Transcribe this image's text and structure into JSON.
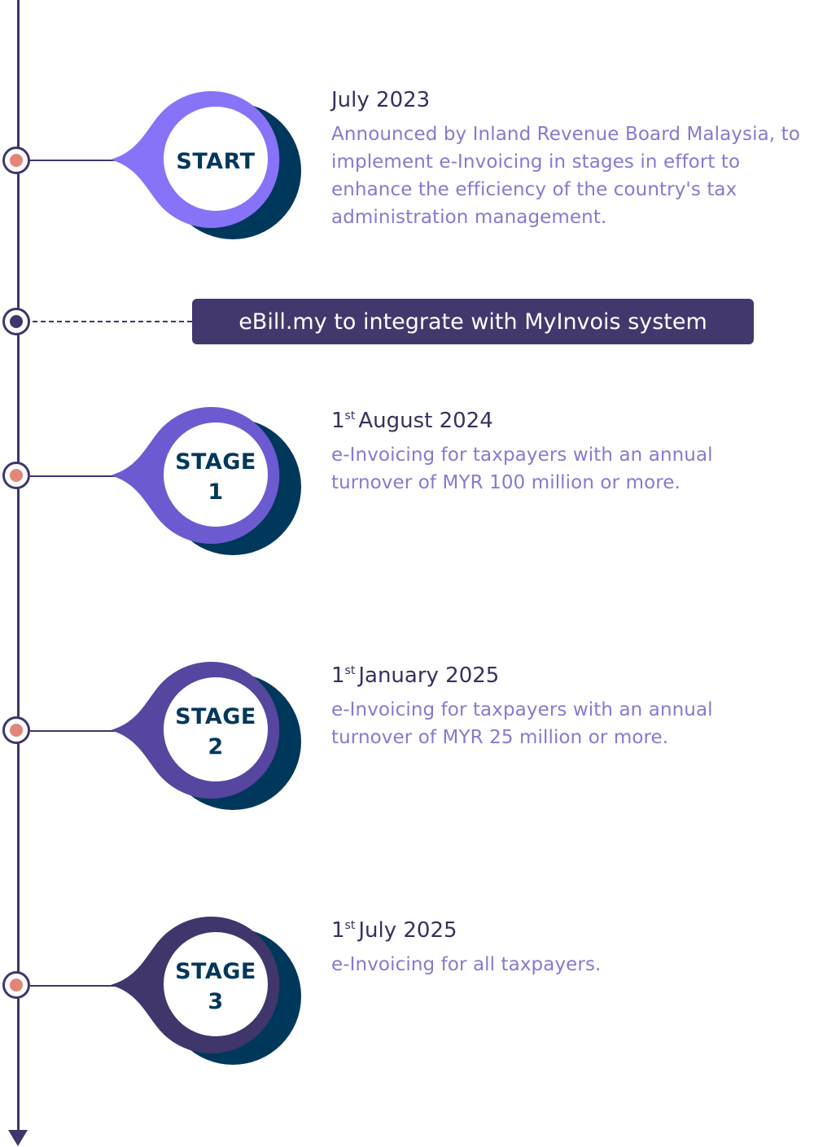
{
  "colors": {
    "timeline": "#40366b",
    "dot_fill": "#e2867a",
    "dot_fill_dark": "#40366b",
    "shadow": "#00385c",
    "label_text": "#00385c",
    "date_text": "#3a2f5e",
    "desc_text": "#8b78d0",
    "banner_bg": "#43386d"
  },
  "milestones": [
    {
      "badge": {
        "line1": "START",
        "line2": ""
      },
      "color": "#8773f7",
      "date_prefix": "",
      "date_sup": "",
      "date": "July 2023",
      "description": "Announced by Inland Revenue Board Malaysia, to implement e-Invoicing in stages in effort to enhance the efficiency of the country's tax administration management."
    },
    {
      "badge": {
        "line1": "STAGE",
        "line2": "1"
      },
      "color": "#6c5bd0",
      "date_prefix": "1",
      "date_sup": "st",
      "date": "August 2024",
      "description": "e-Invoicing for taxpayers with an annual turnover of MYR 100 million or more."
    },
    {
      "badge": {
        "line1": "STAGE",
        "line2": "2"
      },
      "color": "#56469f",
      "date_prefix": "1",
      "date_sup": "st",
      "date": "January 2025",
      "description": "e-Invoicing for taxpayers with an annual turnover of MYR 25 million or more."
    },
    {
      "badge": {
        "line1": "STAGE",
        "line2": "3"
      },
      "color": "#40366b",
      "date_prefix": "1",
      "date_sup": "st",
      "date": "July 2025",
      "description": "e-Invoicing for all taxpayers."
    }
  ],
  "banner": {
    "text": "eBill.my to integrate with MyInvois system"
  }
}
